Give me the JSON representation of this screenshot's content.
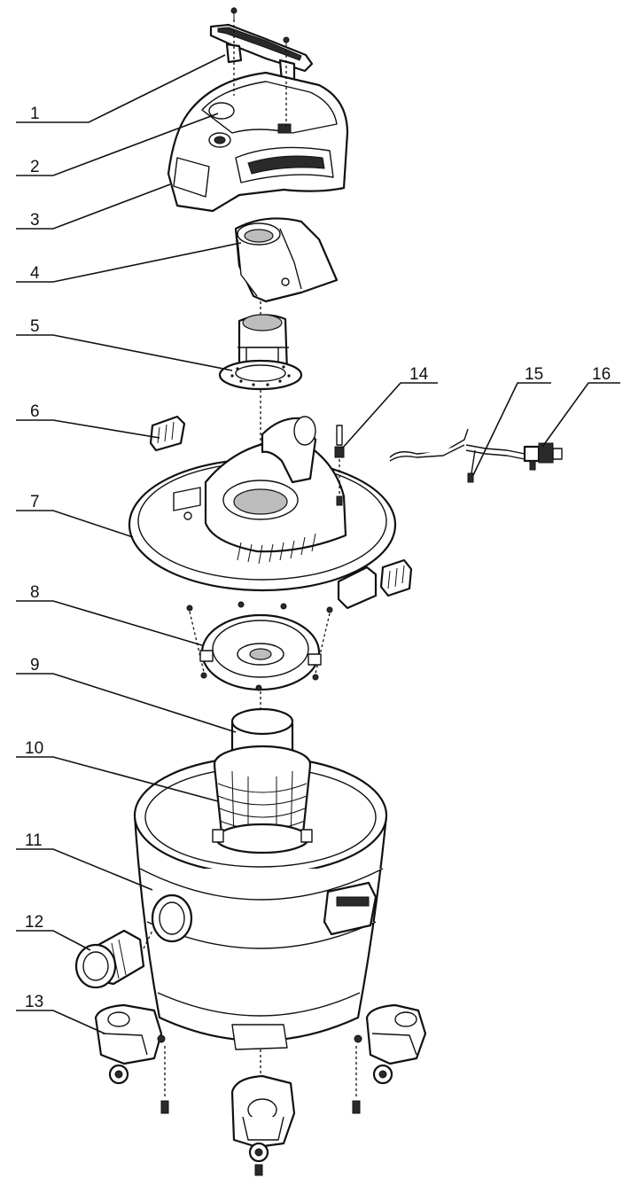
{
  "callouts": [
    {
      "label": "1",
      "part": "carry handle"
    },
    {
      "label": "2",
      "part": "handle screw"
    },
    {
      "label": "3",
      "part": "motor cover"
    },
    {
      "label": "4",
      "part": "motor housing"
    },
    {
      "label": "5",
      "part": "motor"
    },
    {
      "label": "6",
      "part": "switch"
    },
    {
      "label": "7",
      "part": "lid"
    },
    {
      "label": "8",
      "part": "filter cage mount"
    },
    {
      "label": "9",
      "part": "float"
    },
    {
      "label": "10",
      "part": "filter cage"
    },
    {
      "label": "11",
      "part": "tank"
    },
    {
      "label": "12",
      "part": "inlet"
    },
    {
      "label": "13",
      "part": "caster"
    },
    {
      "label": "14",
      "part": "screw"
    },
    {
      "label": "15",
      "part": "wiring"
    },
    {
      "label": "16",
      "part": "power cord"
    }
  ]
}
